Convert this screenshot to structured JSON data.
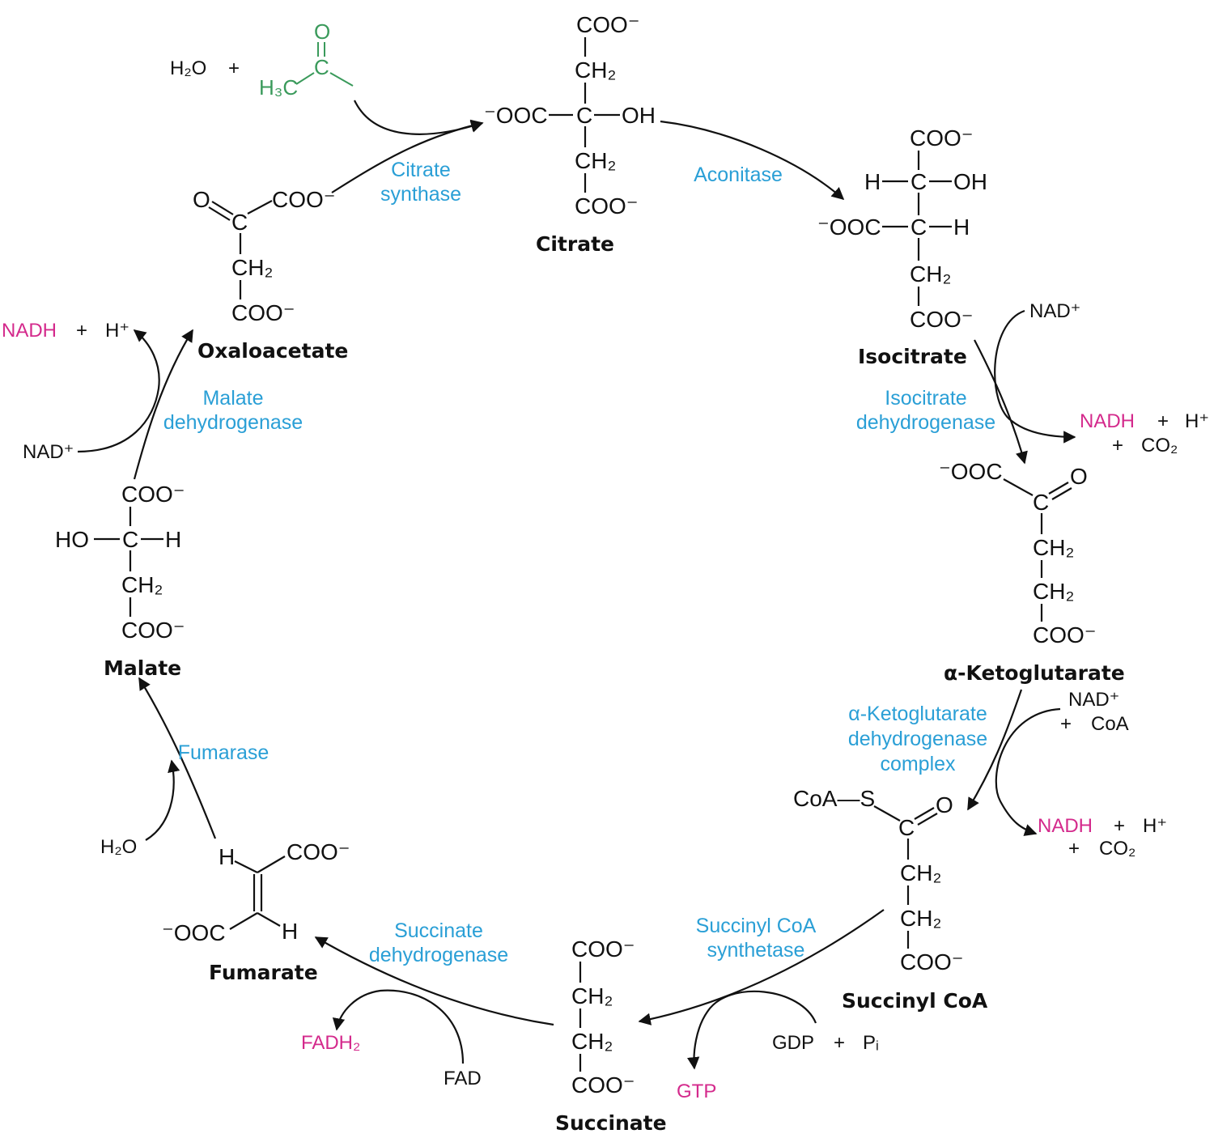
{
  "colors": {
    "enzyme": "#2a9fd6",
    "product": "#d42a8c",
    "acetyl": "#3a9a5b",
    "text": "#111111"
  },
  "metabolites": {
    "citrate": "Citrate",
    "isocitrate": "Isocitrate",
    "ketoglutarate": "α-Ketoglutarate",
    "succinyl_coa": "Succinyl CoA",
    "succinate": "Succinate",
    "fumarate": "Fumarate",
    "malate": "Malate",
    "oxaloacetate": "Oxaloacetate"
  },
  "enzymes": {
    "citrate_synthase": [
      "Citrate",
      "synthase"
    ],
    "aconitase": [
      "Aconitase"
    ],
    "isocitrate_dh": [
      "Isocitrate",
      "dehydrogenase"
    ],
    "akg_dh": [
      "α-Ketoglutarate",
      "dehydrogenase",
      "complex"
    ],
    "succinyl_coa_synthetase": [
      "Succinyl CoA",
      "synthetase"
    ],
    "succinate_dh": [
      "Succinate",
      "dehydrogenase"
    ],
    "fumarase": [
      "Fumarase"
    ],
    "malate_dh": [
      "Malate",
      "dehydrogenase"
    ]
  },
  "cofactors": {
    "water_top": "H₂O",
    "plus": "+",
    "nad_isocitrate": "NAD⁺",
    "nadh_isocitrate": "NADH",
    "h_isocitrate": "H⁺",
    "co2_isocitrate": "CO₂",
    "nad_akg": "NAD⁺",
    "coa_akg": "CoA",
    "nadh_akg": "NADH",
    "h_akg": "H⁺",
    "co2_akg": "CO₂",
    "gdp": "GDP",
    "pi": "Pᵢ",
    "gtp": "GTP",
    "fad": "FAD",
    "fadh2": "FADH₂",
    "water_fumarase": "H₂O",
    "nad_malate": "NAD⁺",
    "nadh_malate": "NADH",
    "h_malate": "H⁺"
  },
  "groups": {
    "coo_minus": "COO⁻",
    "ooc_minus": "⁻OOC",
    "ch2": "CH₂",
    "c": "C",
    "oh": "OH",
    "ho": "HO",
    "h": "H",
    "o": "O",
    "h3c": "H₃C",
    "coa_s": "CoA—S"
  }
}
